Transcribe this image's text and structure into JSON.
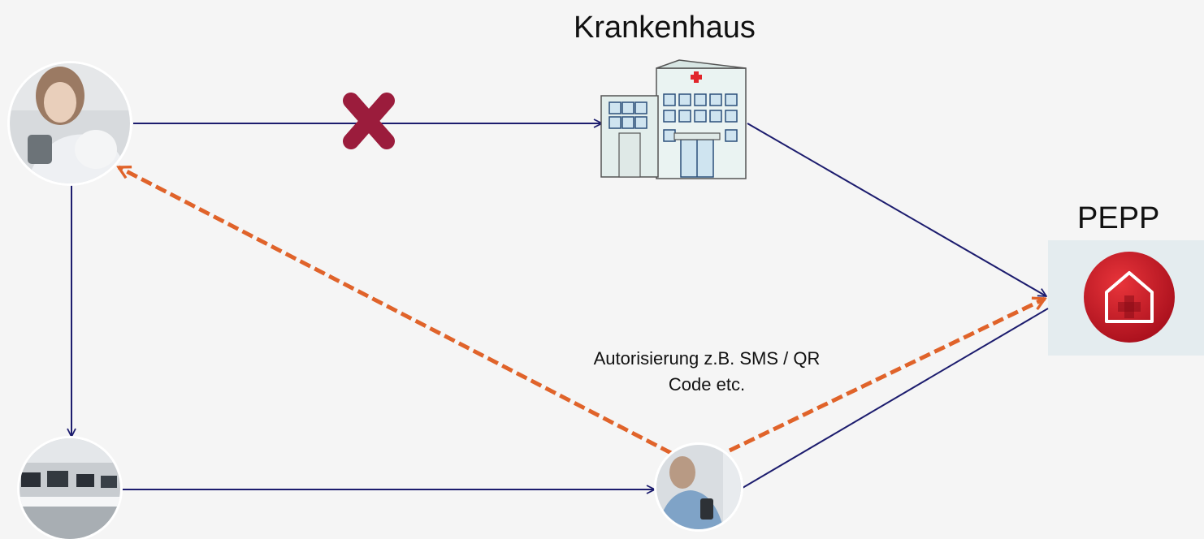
{
  "nodes": {
    "hospital": {
      "title": "Krankenhaus"
    },
    "pepp": {
      "title": "PEPP"
    }
  },
  "edges": {
    "authorization": {
      "label_line1": "Autorisierung z.B. SMS / QR",
      "label_line2": "Code etc."
    }
  },
  "colors": {
    "background": "#f5f5f5",
    "arrow_solid": "#1c1c6e",
    "arrow_dashed": "#e0632a",
    "blocked_cross": "#9b1c3c",
    "pepp_red": "#c8102e"
  },
  "icons": {
    "patient": "woman-with-mug-photo",
    "office": "office-workstations-photo",
    "nurse": "nurse-with-device-photo",
    "hospital": "hospital-building-icon",
    "pepp": "pepp-house-cross-icon",
    "blocked": "x-cross-icon"
  }
}
